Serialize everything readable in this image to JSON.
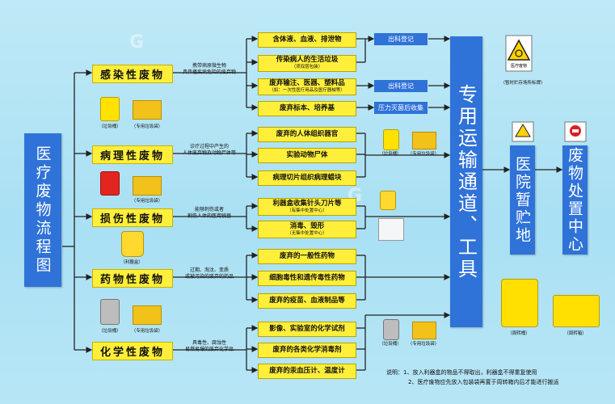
{
  "main_title": "医疗废物流程图",
  "categories": [
    {
      "label": "感染性废物",
      "desc": "携带病原微生物\n具传播疾病危险的废弃物"
    },
    {
      "label": "病理性废物",
      "desc": "诊疗过程中产生的\n人体废弃物及动物尸体等"
    },
    {
      "label": "损伤性废物",
      "desc": "能够刺伤或者\n割伤人体的医用锐器"
    },
    {
      "label": "药物性废物",
      "desc": "过期、淘汰、变质\n或被污染的废弃的药品"
    },
    {
      "label": "化学性废物",
      "desc": "具毒性、腐蚀性\n易燃易爆的废弃化学品"
    }
  ],
  "items": [
    {
      "text": "含体液、血液、排泄物",
      "sub": ""
    },
    {
      "text": "传染病人的生活垃圾",
      "sub": "（须双层包装）"
    },
    {
      "text": "废弃输注、医器、塑料品",
      "sub": "（如：一次性医疗用品及医疗器械等）"
    },
    {
      "text": "废弃标本、培养基",
      "sub": ""
    },
    {
      "text": "废弃的人体组织器官",
      "sub": ""
    },
    {
      "text": "实验动物尸体",
      "sub": ""
    },
    {
      "text": "病理切片组织病理蜡块",
      "sub": ""
    },
    {
      "text": "利器盒收集针头刀片等",
      "sub": "（有集中处置中心）"
    },
    {
      "text": "消毒、毁形",
      "sub": "（无集中处置中心）"
    },
    {
      "text": "废弃的一般性药物",
      "sub": ""
    },
    {
      "text": "细胞毒性和遗传毒性药物",
      "sub": ""
    },
    {
      "text": "废弃的疫苗、血液制品等",
      "sub": ""
    },
    {
      "text": "影像、实验室的化学试剂",
      "sub": ""
    },
    {
      "text": "废弃的各类化学消毒剂",
      "sub": ""
    },
    {
      "text": "废弃的汞血压计、温度计",
      "sub": ""
    }
  ],
  "actions": [
    "出科登记",
    "出科登记",
    "压力灭菌后收集"
  ],
  "transport": "专用运输通道、工具",
  "storage": "医院暂贮地",
  "disposal": "废物处置中心",
  "captions": {
    "bin": "（垃圾桶）",
    "bag": "（专用垃圾袋）",
    "sharps": "（利器盒）",
    "sign": "（暂时贮存场所标牌）",
    "sign_text": "医疗废物",
    "turn_bin": "（周转桶）",
    "turn_box": "（周转箱）"
  },
  "notes": [
    "说明：1、放入利器盒的物品不得取出，利器盒不得重复使用",
    "2、医疗废物应先放入包装袋再置于周转箱内后才能进行搬运"
  ],
  "colors": {
    "blue": "#2f72d8",
    "yellow": "#ffef3a",
    "bg": "#b2e3f5",
    "red": "#d8211f"
  }
}
